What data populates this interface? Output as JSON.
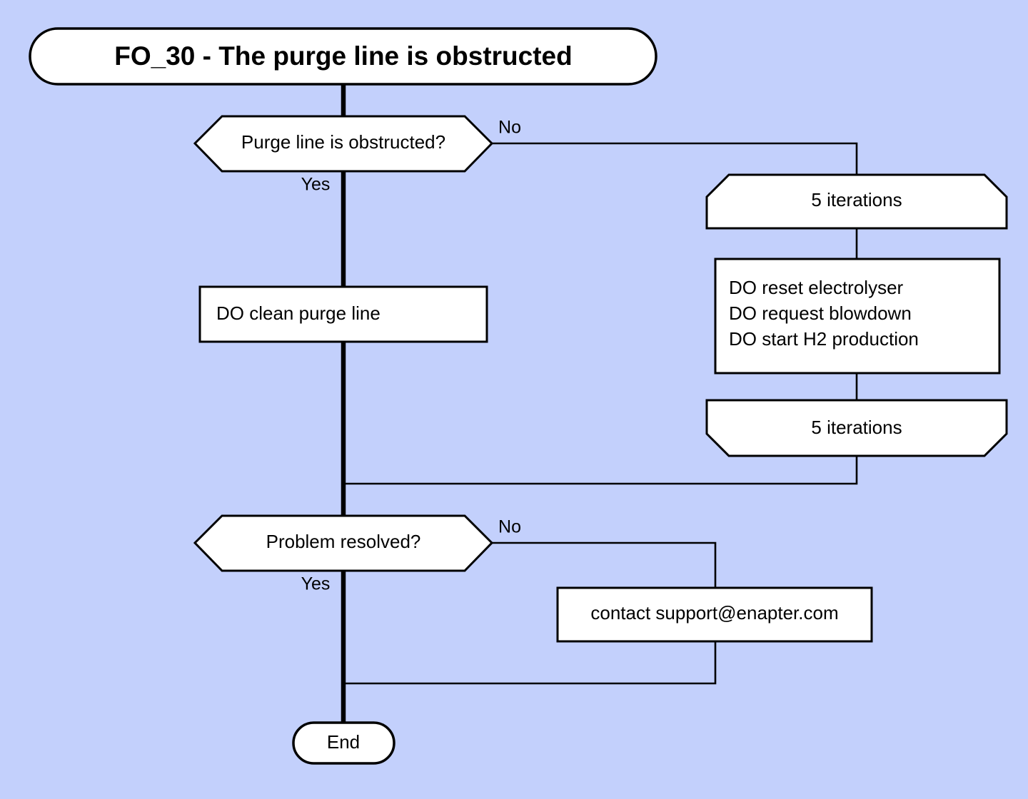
{
  "diagram": {
    "type": "flowchart",
    "background_color": "#c3d0fc",
    "shape_fill_color": "#ffffff",
    "stroke_color": "#000000",
    "title": "FO_30 - The purge line is obstructed",
    "decisions": [
      {
        "id": "decision-purge-line",
        "label": "Purge line is obstructed?",
        "yes_label": "Yes",
        "no_label": "No"
      },
      {
        "id": "decision-problem-resolved",
        "label": "Problem resolved?",
        "yes_label": "Yes",
        "no_label": "No"
      }
    ],
    "actions": {
      "clean_purge_line": "DO clean purge line",
      "reset_block": [
        "DO reset electrolyser",
        "DO request blowdown",
        "DO start H2 production"
      ],
      "contact_support": "contact support@enapter.com"
    },
    "loop": {
      "start_label": "5 iterations",
      "end_label": "5 iterations",
      "iterations": 5
    },
    "terminator": {
      "end_label": "End"
    }
  }
}
